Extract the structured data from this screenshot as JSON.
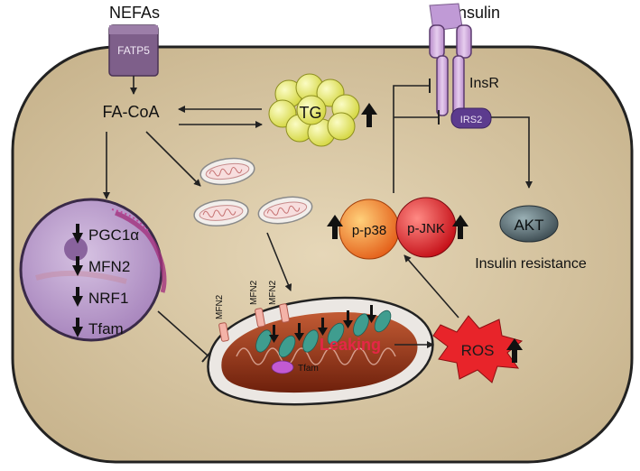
{
  "title_nefas": "NEFAs",
  "title_insulin": "Insulin",
  "fatp5": "FATP5",
  "fa_coa": "FA-CoA",
  "tg": "TG",
  "insr": "InsR",
  "irs2": "IRS2",
  "akt": "AKT",
  "insulin_resistance": "Insulin resistance",
  "p38": "p-p38",
  "pjnk": "p-JNK",
  "nucleus_genes": [
    "PGC1α",
    "MFN2",
    "NRF1",
    "Tfam"
  ],
  "mfn2_label": "MFN2",
  "tfam_label": "Tfam",
  "leaking": "Leaking",
  "ros": "ROS",
  "colors": {
    "cell_fill": "#d8c6a3",
    "nucleus": "#b99ccb",
    "tg": "#eef07a",
    "p38": "#f07a22",
    "pjnk": "#e0202a",
    "ros": "#e8242a",
    "akt": "#4f6068",
    "receptor": "#c9a3d6",
    "irs2": "#5c3b8e",
    "mito": "#9a3a1c"
  }
}
